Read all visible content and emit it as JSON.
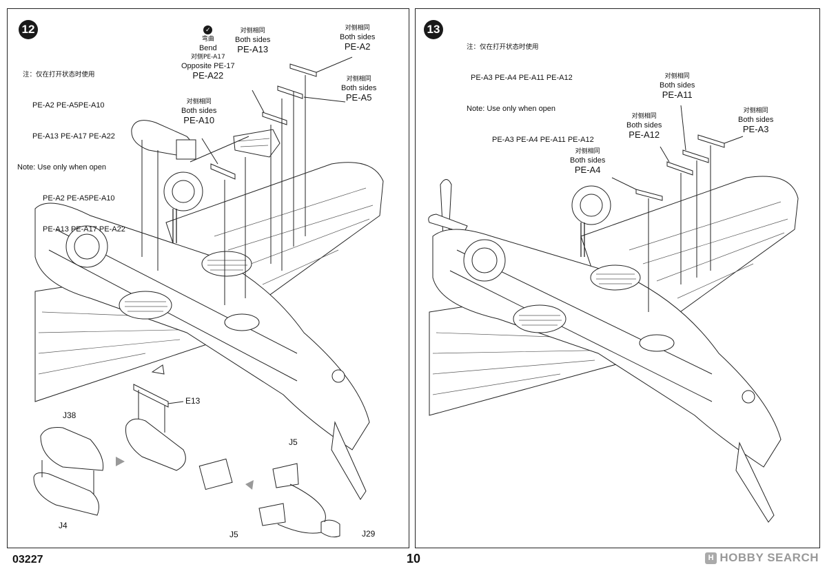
{
  "step12": {
    "number": "12",
    "note_cn": "注：仅在打开状态时使用",
    "note_cn_parts_1": "PE-A2 PE-A5PE-A10",
    "note_cn_parts_2": "PE-A13 PE-A17 PE-A22",
    "note_en_label": "Note:",
    "note_en_text": "Use only when open",
    "note_en_parts_1": "PE-A2 PE-A5PE-A10",
    "note_en_parts_2": "PE-A13 PE-A17 PE-A22",
    "callouts": {
      "bend_cn": "弯曲",
      "bend_en": "Bend",
      "a22_cn": "对侧PE-A17",
      "a22_en": "Opposite PE-17",
      "a22_part": "PE-A22",
      "a13_cn": "对侧相同",
      "a13_en": "Both sides",
      "a13_part": "PE-A13",
      "a2_cn": "对侧相同",
      "a2_en": "Both sides",
      "a2_part": "PE-A2",
      "a5_cn": "对侧相同",
      "a5_en": "Both sides",
      "a5_part": "PE-A5",
      "a10_cn": "对侧相同",
      "a10_en": "Both sides",
      "a10_part": "PE-A10"
    },
    "parts": {
      "e13": "E13",
      "j38": "J38",
      "j4": "J4",
      "j5_top": "J5",
      "j5_bottom": "J5",
      "j29": "J29"
    }
  },
  "step13": {
    "number": "13",
    "note_cn": "注：仅在打开状态时使用",
    "note_cn_parts": "PE-A3 PE-A4 PE-A11 PE-A12",
    "note_en_label": "Note:",
    "note_en_text": "Use only when open",
    "note_en_parts": "PE-A3 PE-A4 PE-A11 PE-A12",
    "callouts": {
      "a11_cn": "对侧相同",
      "a11_en": "Both sides",
      "a11_part": "PE-A11",
      "a12_cn": "对侧相同",
      "a12_en": "Both sides",
      "a12_part": "PE-A12",
      "a3_cn": "对侧相同",
      "a3_en": "Both sides",
      "a3_part": "PE-A3",
      "a4_cn": "对侧相同",
      "a4_en": "Both sides",
      "a4_part": "PE-A4"
    }
  },
  "footer": {
    "code": "03227",
    "page": "10",
    "watermark_logo": "H",
    "watermark_text": "HOBBY SEARCH"
  }
}
